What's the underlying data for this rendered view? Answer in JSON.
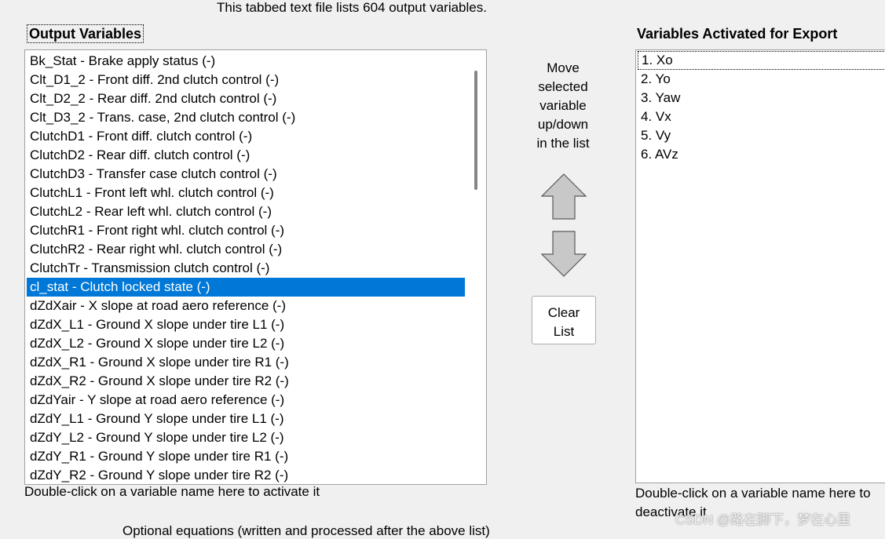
{
  "header": {
    "note": "This tabbed text file lists 604 output variables.",
    "left_title": "Output Variables",
    "right_title": "Variables Activated for Export"
  },
  "output_variables": [
    "Bk_Stat - Brake apply status (-)",
    "Clt_D1_2 - Front diff. 2nd clutch control (-)",
    "Clt_D2_2 - Rear diff. 2nd clutch control (-)",
    "Clt_D3_2 - Trans. case, 2nd clutch control (-)",
    "ClutchD1 - Front diff. clutch control (-)",
    "ClutchD2 - Rear diff. clutch control (-)",
    "ClutchD3 - Transfer case clutch control (-)",
    "ClutchL1 - Front left whl. clutch control (-)",
    "ClutchL2 - Rear left whl. clutch control (-)",
    "ClutchR1 - Front right whl. clutch control (-)",
    "ClutchR2 - Rear right whl. clutch control (-)",
    "ClutchTr - Transmission clutch control (-)",
    "cl_stat - Clutch locked state (-)",
    "dZdXair - X slope at road aero reference (-)",
    "dZdX_L1 - Ground X slope under tire L1 (-)",
    "dZdX_L2 - Ground X slope under tire L2 (-)",
    "dZdX_R1 - Ground X slope under tire R1 (-)",
    "dZdX_R2 - Ground X slope under tire R2 (-)",
    "dZdYair - Y slope at road aero reference (-)",
    "dZdY_L1 - Ground Y slope under tire L1 (-)",
    "dZdY_L2 - Ground Y slope under tire L2 (-)",
    "dZdY_R1 - Ground Y slope under tire R1 (-)",
    "dZdY_R2 - Ground Y slope under tire R2 (-)"
  ],
  "selected_index": 12,
  "middle": {
    "move_text_lines": [
      "Move",
      "selected",
      "variable",
      "up/down",
      "in the list"
    ],
    "clear_lines": [
      "Clear",
      "List"
    ]
  },
  "activated_variables": [
    "1. Xo",
    "2. Yo",
    "3. Yaw",
    "4. Vx",
    "5. Vy",
    "6. AVz"
  ],
  "hints": {
    "left": "Double-click on a variable name here to activate it",
    "right": "Double-click on a variable name here to deactivate it"
  },
  "bottom_cut": "Optional equations (written and processed after the above list)",
  "watermark": "CSDN @路在脚下，梦在心里",
  "colors": {
    "selection": "#0078d7",
    "arrow_fill": "#c8c8c8"
  }
}
